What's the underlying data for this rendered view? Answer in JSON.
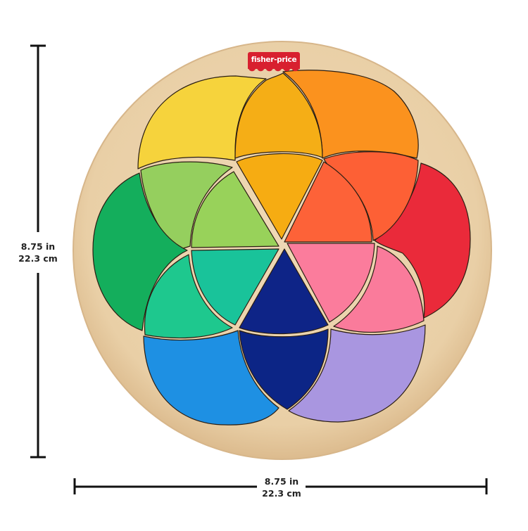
{
  "product": {
    "brand_logo": "fisher-price",
    "colors": {
      "board": "#e8cfa8",
      "board_edge": "#d9b98f",
      "yellow": "#f6d33c",
      "amber_top": "#f5ae16",
      "amber_center": "#f6ac12",
      "orange": "#fb921e",
      "orange_red_outer": "#fd6035",
      "orange_red_inner": "#fd6238",
      "red": "#ea2a3a",
      "pink_inner": "#fb7c9c",
      "pink_outer": "#fa7b9b",
      "lavender": "#a996e0",
      "navy_center": "#0e2487",
      "navy_lower": "#0c2586",
      "blue": "#1e90e3",
      "teal_inner": "#19c39a",
      "teal_outer": "#1ec88e",
      "green": "#14ae5c",
      "lime_outer": "#95cf5e",
      "lime_inner": "#98d25a"
    }
  },
  "dimensions": {
    "height": {
      "inches": "8.75 in",
      "cm": "22.3 cm"
    },
    "width": {
      "inches": "8.75 in",
      "cm": "22.3 cm"
    }
  }
}
